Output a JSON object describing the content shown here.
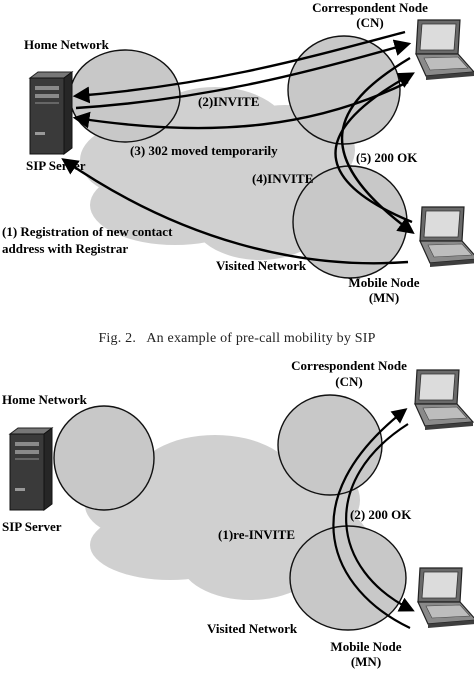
{
  "figure2": {
    "labels": {
      "home_network": "Home Network",
      "correspondent_node": "Correspondent Node",
      "cn": "(CN)",
      "sip_server": "SIP Server",
      "invite": "(2)INVITE",
      "moved": "(3) 302 moved temporarily",
      "ok": "(5) 200 OK",
      "invite4": "(4)INVITE",
      "registration_line1": "(1) Registration of new contact",
      "registration_line2": "address with Registrar",
      "visited_network": "Visited Network",
      "mobile_node": "Mobile Node",
      "mn": "(MN)"
    },
    "caption": "Fig. 2.   An example of pre-call mobility by SIP"
  },
  "figure3": {
    "labels": {
      "home_network": "Home Network",
      "correspondent_node": "Correspondent Node",
      "cn": "(CN)",
      "sip_server": "SIP Server",
      "ok": "(2) 200 OK",
      "reinvite": "(1)re-INVITE",
      "visited_network": "Visited Network",
      "mobile_node": "Mobile Node",
      "mn": "(MN)"
    }
  },
  "colors": {
    "cloud": "#d0d0d0",
    "ellipse": "#c8c8c8",
    "server": "#3a3a3a",
    "laptop": "#4a4a4a"
  }
}
